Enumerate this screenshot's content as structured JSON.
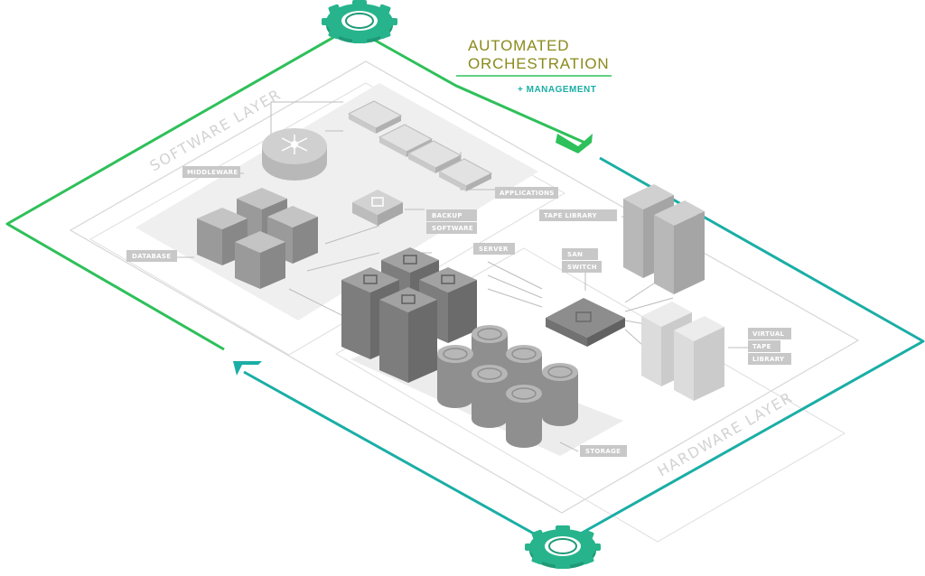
{
  "title": {
    "line1": "AUTOMATED",
    "line2": "ORCHESTRATION",
    "subtitle": "+ MANAGEMENT"
  },
  "layers": {
    "software": "SOFTWARE LAYER",
    "hardware": "HARDWARE LAYER"
  },
  "labels": {
    "middleware": "MIDDLEWARE",
    "database": "DATABASE",
    "applications": "APPLICATIONS",
    "backup_line1": "BACKUP",
    "backup_line2": "SOFTWARE",
    "server": "SERVER",
    "san_line1": "SAN",
    "san_line2": "SWITCH",
    "tape_library": "TAPE LIBRARY",
    "virtual_line1": "VIRTUAL",
    "virtual_line2": "TAPE",
    "virtual_line3": "LIBRARY",
    "storage": "STORAGE"
  },
  "colors": {
    "green": "#2ec05a",
    "teal": "#1aaea6",
    "olive": "#8a8a1c",
    "gear": "#27b48c",
    "gray": "#9a9a9a"
  },
  "icons": {
    "top_gear": "gear-icon",
    "bottom_gear": "gear-icon",
    "arrow_in": "arrow-icon",
    "arrow_out": "arrow-icon"
  }
}
